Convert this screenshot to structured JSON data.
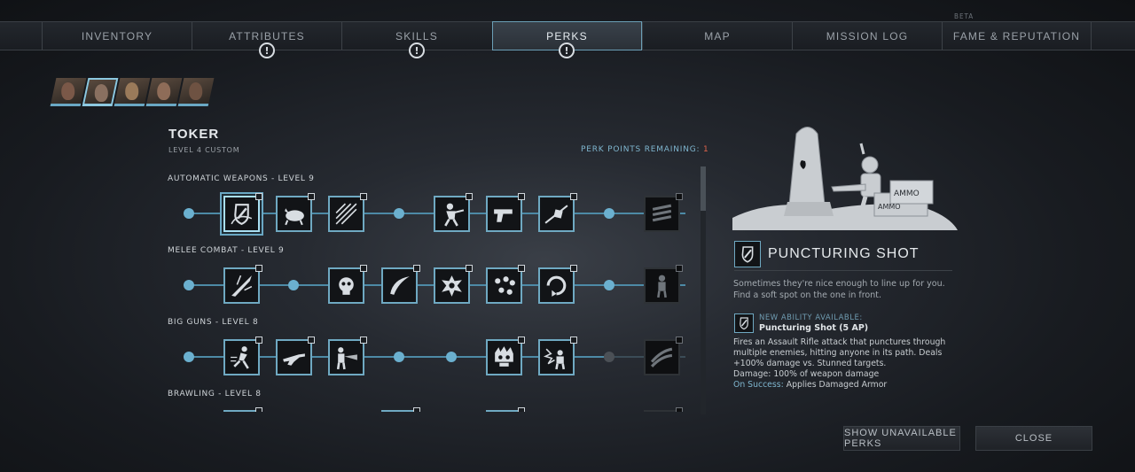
{
  "beta": "BETA",
  "tabs": [
    {
      "label": "INVENTORY",
      "active": false,
      "alert": false
    },
    {
      "label": "ATTRIBUTES",
      "active": false,
      "alert": true
    },
    {
      "label": "SKILLS",
      "active": false,
      "alert": true
    },
    {
      "label": "PERKS",
      "active": true,
      "alert": true
    },
    {
      "label": "MAP",
      "active": false,
      "alert": false
    },
    {
      "label": "MISSION LOG",
      "active": false,
      "alert": false
    },
    {
      "label": "FAME & REPUTATION",
      "active": false,
      "alert": false
    }
  ],
  "alert_glyph": "!",
  "character": {
    "name": "TOKER",
    "level": "LEVEL 4 CUSTOM"
  },
  "perk_points": {
    "label": "PERK POINTS REMAINING:",
    "value": "1"
  },
  "skill_rows": [
    {
      "title": "AUTOMATIC WEAPONS - LEVEL 9",
      "icons": [
        "shield-burst",
        "charging-bull",
        "bullet-spray",
        "gunner-soldier",
        "pistol-hand",
        "piercing-shot",
        "locked-bullets"
      ]
    },
    {
      "title": "MELEE COMBAT - LEVEL 9",
      "icons": [
        "blade-strike",
        "skull-burst",
        "curved-blade",
        "blood-splat",
        "crowd-targets",
        "spinning-strike",
        "locked-soldier"
      ]
    },
    {
      "title": "BIG GUNS - LEVEL 8",
      "icons": [
        "running-soldier",
        "heavy-rifle",
        "flamethrower-soldier",
        "burning-skull",
        "explosion-gunner",
        "locked-rockets"
      ]
    },
    {
      "title": "BRAWLING - LEVEL 8",
      "icons": []
    }
  ],
  "detail": {
    "title": "PUNCTURING SHOT",
    "flavor": "Sometimes they're nice enough to line up for you. Find a soft spot on the one in front.",
    "art_label_1": "AMMO",
    "art_label_2": "AMMO",
    "ability_label": "NEW ABILITY AVAILABLE:",
    "ability_name": "Puncturing Shot (5 AP)",
    "description": "Fires an Assault Rifle attack that punctures through multiple enemies, hitting anyone in its path. Deals +100% damage vs. Stunned targets.",
    "damage": "Damage: 100% of weapon damage",
    "on_success_label": "On Success:",
    "on_success_value": "Applies Damaged Armor"
  },
  "buttons": {
    "show_unavailable": "SHOW UNAVAILABLE PERKS",
    "close": "CLOSE"
  },
  "colors": {
    "accent": "#6aa8c4",
    "points_value": "#e0644c",
    "locked": "#2e3236"
  }
}
